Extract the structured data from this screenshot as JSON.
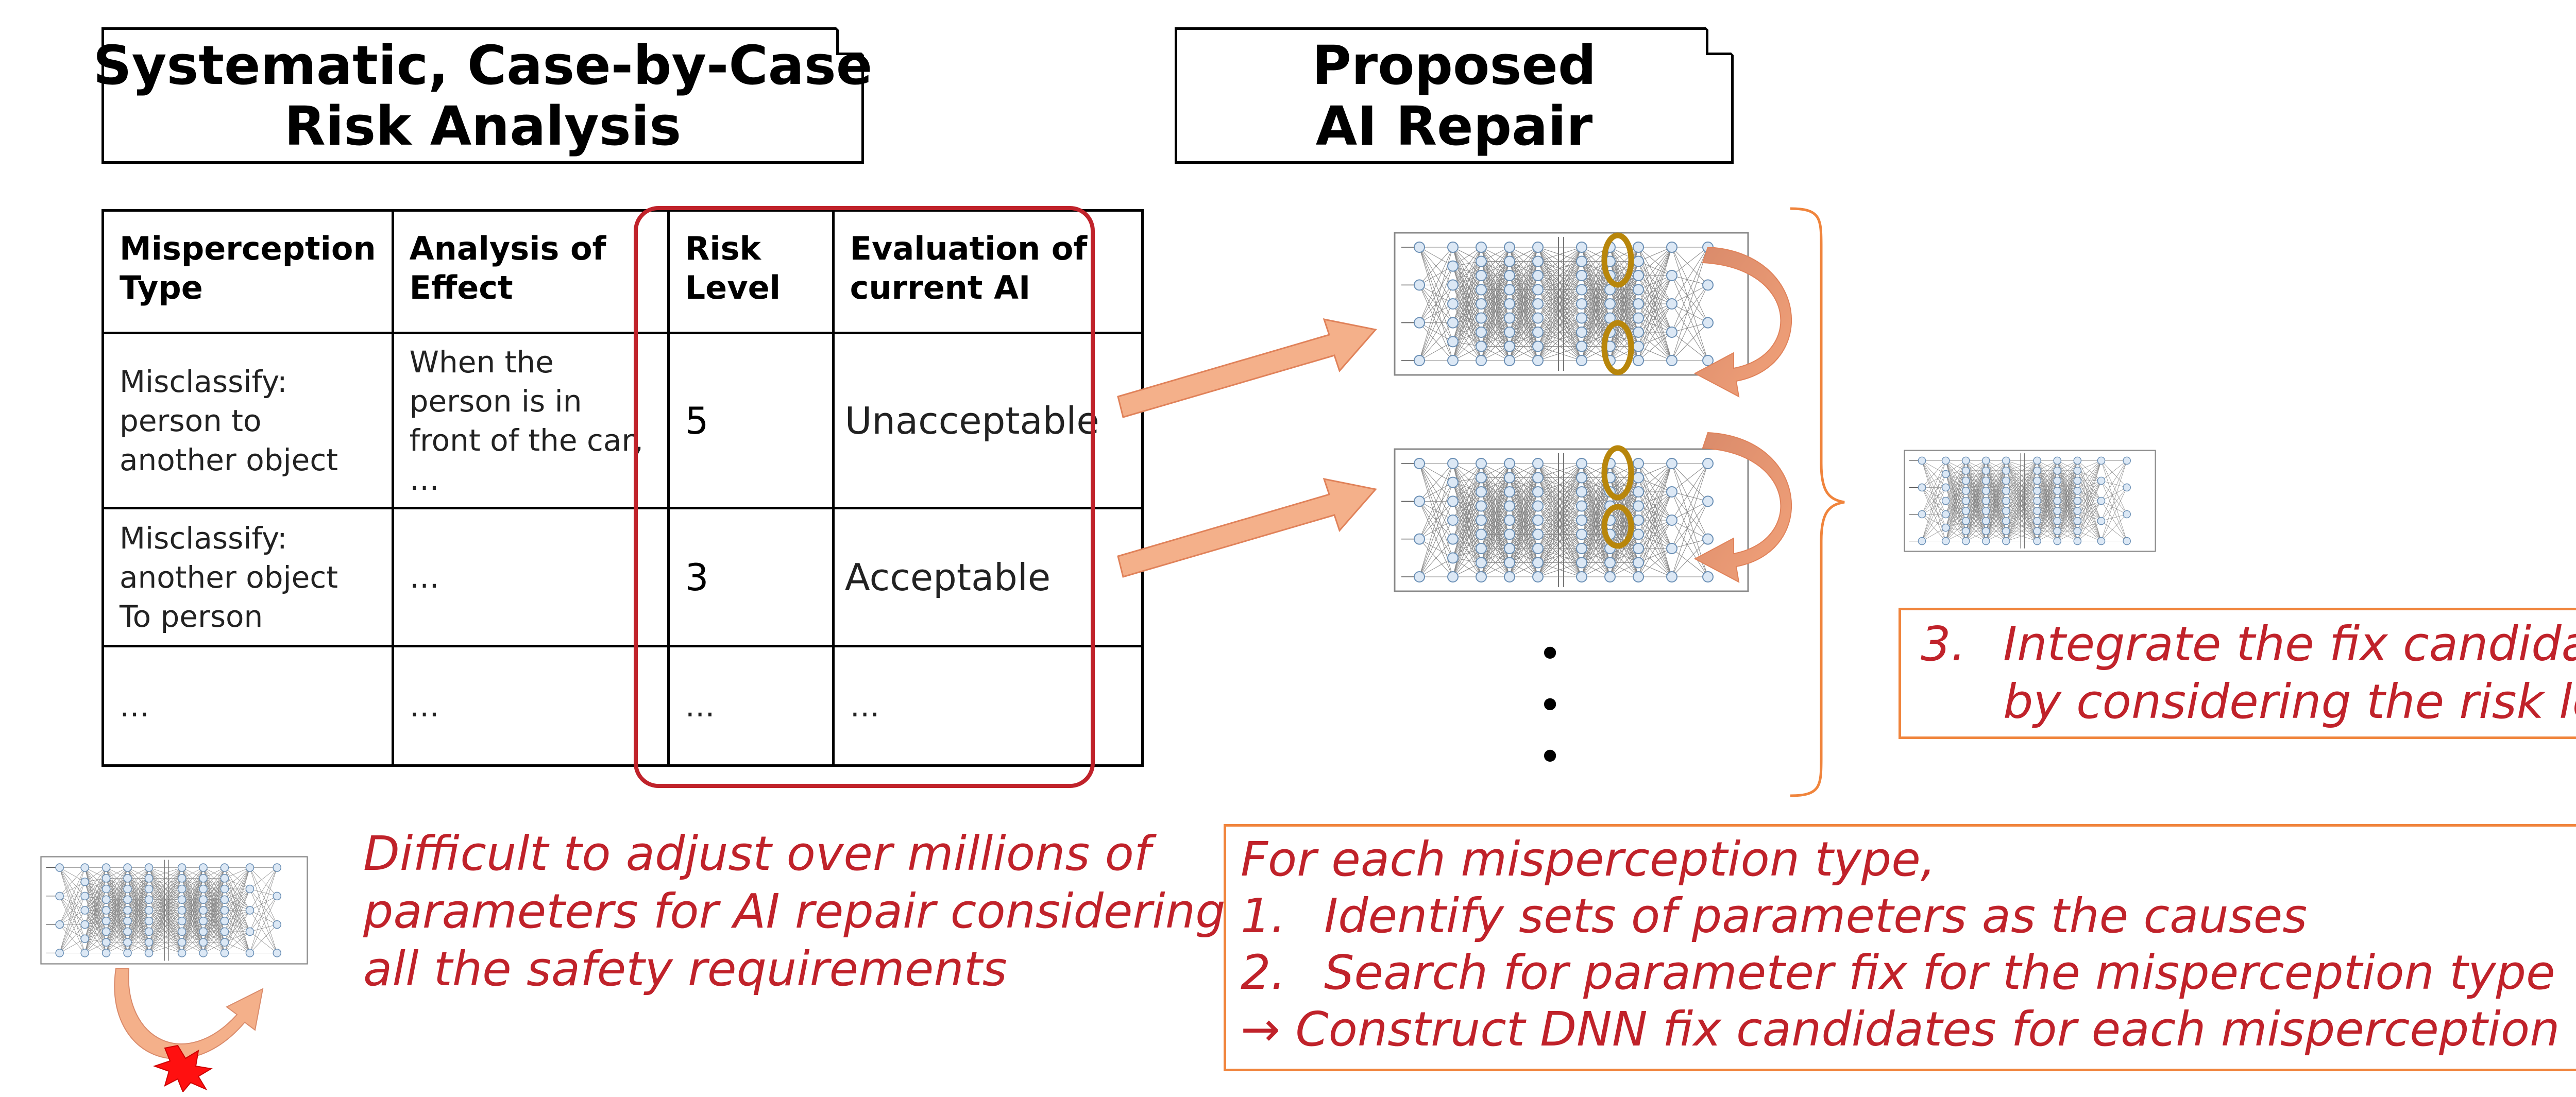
{
  "left_title": {
    "line1": "Systematic, Case-by-Case",
    "line2": "Risk Analysis"
  },
  "right_title": {
    "line1": "Proposed",
    "line2": "AI Repair"
  },
  "table": {
    "headers": [
      "Misperception Type",
      "Analysis of Effect",
      "Risk Level",
      "Evaluation of current AI"
    ],
    "rows": [
      {
        "type": "Misclassify: person to another object",
        "effect": "When the person is in front of the car, …",
        "risk": "5",
        "evaluation": "Unacceptable",
        "eval_color": "#e02020"
      },
      {
        "type": "Misclassify: another object To person",
        "effect": "…",
        "risk": "3",
        "evaluation": "Acceptable",
        "eval_color": "#1f78c8"
      },
      {
        "type": "…",
        "effect": "…",
        "risk": "…",
        "evaluation": "…",
        "eval_color": "#222222"
      }
    ]
  },
  "difficulty_text": {
    "line1": "Difficult to adjust over millions of",
    "line2": "parameters for AI repair considering",
    "line3": "all the safety requirements"
  },
  "integrate_box": {
    "num": "3.",
    "line1": "Integrate the fix candidates",
    "line2": "by considering the risk levels"
  },
  "steps_box": {
    "intro": "For each misperception type,",
    "step1_num": "1.",
    "step1": "Identify sets of parameters as the causes",
    "step2_num": "2.",
    "step2": "Search for parameter fix for the misperception type",
    "result": "→ Construct DNN fix candidates for each misperception type"
  },
  "ellipsis": "…",
  "vertical_dots": [
    "•",
    "•",
    "•"
  ],
  "colors": {
    "accent_red": "#c0222a",
    "unacceptable": "#e02020",
    "acceptable": "#1f78c8",
    "orange": "#f0843c",
    "highlight_ring": "#b8860b"
  },
  "icons": [
    "neural-network-icon",
    "arrow-icon",
    "explosion-icon",
    "curved-arrow-icon",
    "brace-icon"
  ]
}
